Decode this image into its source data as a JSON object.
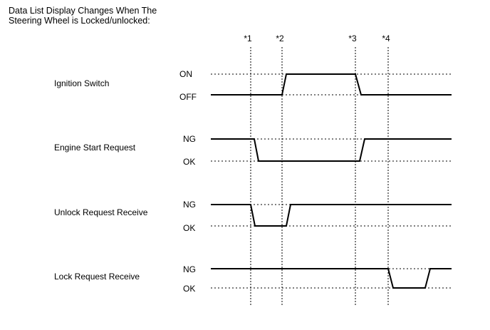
{
  "title": {
    "line1": "Data List Display Changes When The",
    "line2": "Steering Wheel is Locked/unlocked:"
  },
  "markers": [
    "*1",
    "*2",
    "*3",
    "*4"
  ],
  "signals": [
    {
      "name": "Ignition Switch",
      "high_label": "ON",
      "low_label": "OFF",
      "transitions": [
        {
          "from": "low",
          "to": "high",
          "at": "*2"
        },
        {
          "from": "high",
          "to": "low",
          "at": "*3"
        }
      ]
    },
    {
      "name": "Engine Start Request",
      "high_label": "NG",
      "low_label": "OK",
      "transitions": [
        {
          "from": "high",
          "to": "low",
          "at": "*1"
        },
        {
          "from": "low",
          "to": "high",
          "at": "*3"
        }
      ]
    },
    {
      "name": "Unlock Request Receive",
      "high_label": "NG",
      "low_label": "OK",
      "transitions": [
        {
          "from": "high",
          "to": "low",
          "at": "*1"
        },
        {
          "from": "low",
          "to": "high",
          "at": "*2"
        }
      ]
    },
    {
      "name": "Lock Request Receive",
      "high_label": "NG",
      "low_label": "OK",
      "transitions": [
        {
          "from": "high",
          "to": "low",
          "at": "*4"
        },
        {
          "from": "low",
          "to": "high",
          "at": "after *4"
        }
      ]
    }
  ]
}
